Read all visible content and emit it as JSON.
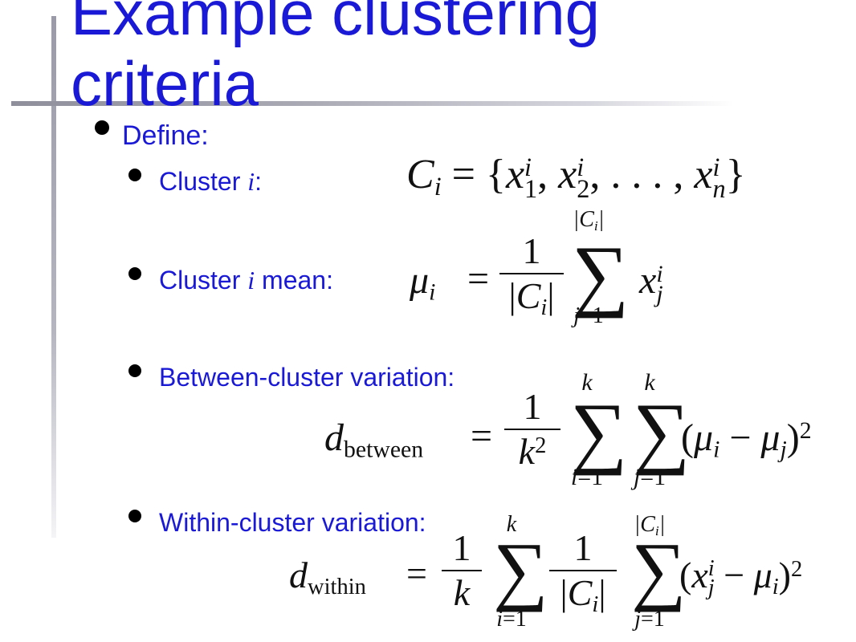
{
  "slide": {
    "title": "Example clustering criteria",
    "define_label": "Define:",
    "items": [
      {
        "label_pre": "Cluster ",
        "label_var": "i",
        "label_post": ":"
      },
      {
        "label_pre": "Cluster ",
        "label_var": "i",
        "label_post": " mean:"
      },
      {
        "label": "Between-cluster variation:"
      },
      {
        "label": "Within-cluster variation:"
      }
    ],
    "formulas": {
      "cluster_set": "C_i = {x_1^i, x_2^i, ..., x_n^i}",
      "cluster_mean": "mu_i = 1/|C_i| sum_{j=1}^{|C_i|} x_j^i",
      "between": "d_between = 1/k^2 sum_{i=1}^{k} sum_{j=1}^{k} (mu_i - mu_j)^2",
      "within": "d_within = 1/k sum_{i=1}^{k} 1/|C_i| sum_{j=1}^{|C_i|} (x_j^i - mu_i)^2"
    }
  }
}
